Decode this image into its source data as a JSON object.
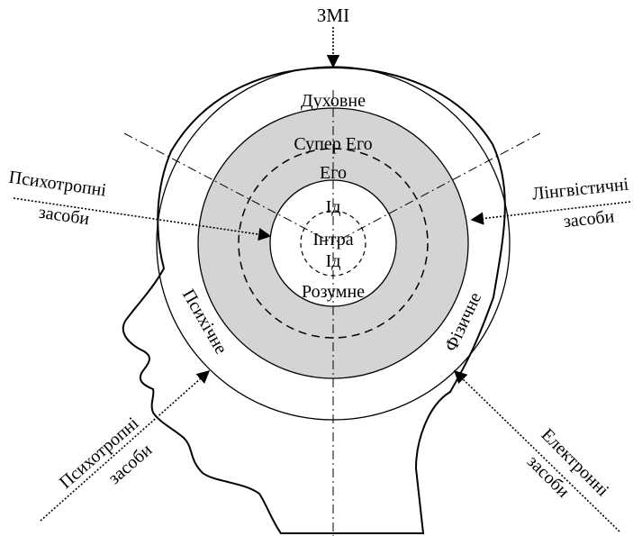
{
  "colors": {
    "ink": "#000000",
    "ring_fill": "#d4d4d4",
    "background": "#ffffff"
  },
  "labels": {
    "top_source": "ЗМІ",
    "spiritual": "Духовне",
    "super_ego": "Супер Его",
    "ego": "Его",
    "id_top": "Ід",
    "intra": "Інтра",
    "id_bottom": "Ід",
    "rational": "Розумне",
    "mental": "Психічне",
    "physical": "Фізичне",
    "left_upper_line1": "Психотропні",
    "left_upper_line2": "засоби",
    "right_upper_line1": "Лінгвістичні",
    "right_upper_line2": "засоби",
    "left_lower_line1": "Психотропні",
    "left_lower_line2": "засоби",
    "right_lower_line1": "Електронні",
    "right_lower_line2": "засоби"
  }
}
